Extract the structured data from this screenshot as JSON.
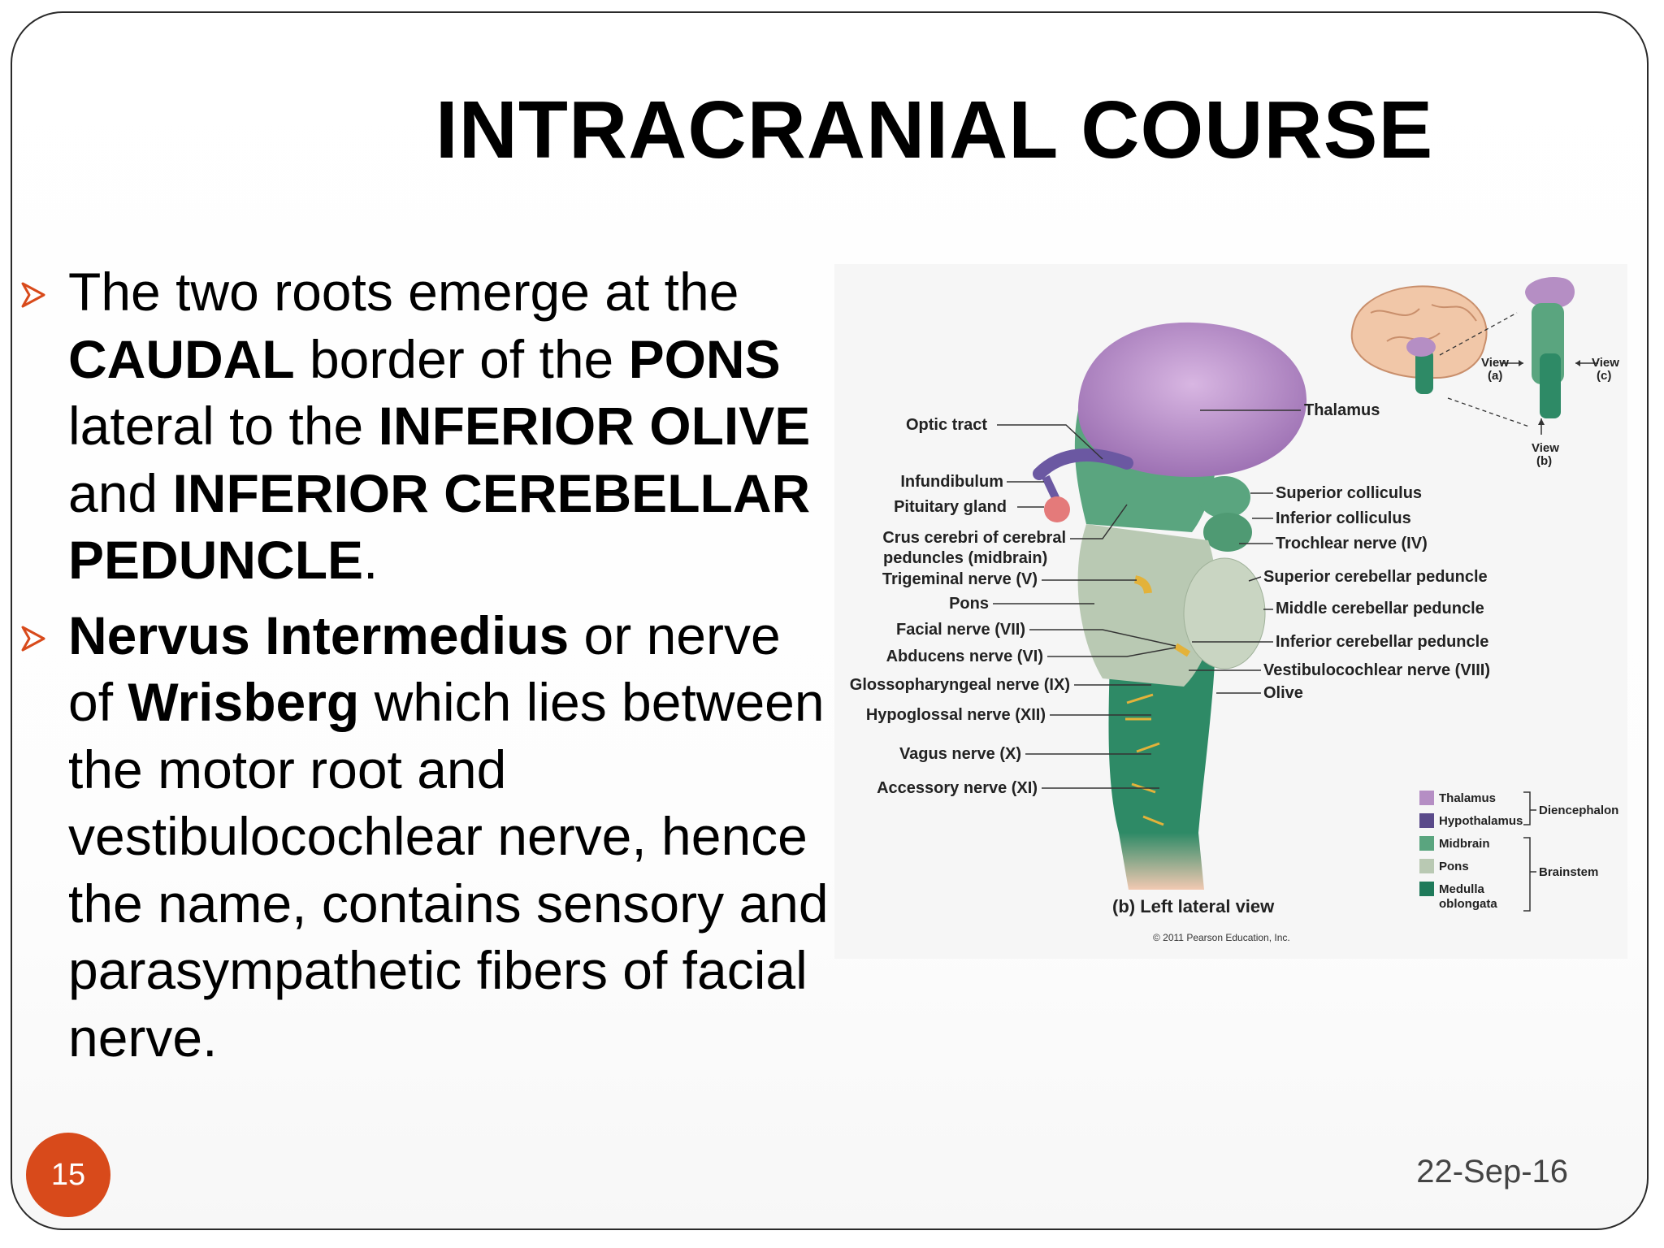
{
  "slide": {
    "title": "INTRACRANIAL COURSE",
    "number": "15",
    "date": "22-Sep-16"
  },
  "bullets": [
    {
      "runs": [
        {
          "text": "The two roots emerge at the ",
          "bold": false
        },
        {
          "text": "CAUDAL",
          "bold": true
        },
        {
          "text": " border of the ",
          "bold": false
        },
        {
          "text": "PONS",
          "bold": true
        },
        {
          "text": " lateral to the ",
          "bold": false
        },
        {
          "text": "INFERIOR OLIVE",
          "bold": true
        },
        {
          "text": " and ",
          "bold": false
        },
        {
          "text": "INFERIOR CEREBELLAR PEDUNCLE",
          "bold": true
        },
        {
          "text": ".",
          "bold": false
        }
      ]
    },
    {
      "runs": [
        {
          "text": "Nervus Intermedius",
          "bold": true
        },
        {
          "text": " or nerve of ",
          "bold": false
        },
        {
          "text": "Wrisberg",
          "bold": true
        },
        {
          "text": " which lies between the motor root and vestibulocochlear nerve, hence the name,  contains sensory and parasympathetic fibers of facial nerve.",
          "bold": false
        }
      ]
    }
  ],
  "figure": {
    "left_labels": {
      "optic_tract": "Optic tract",
      "infundibulum": "Infundibulum",
      "pituitary": "Pituitary gland",
      "crus_1": "Crus cerebri of cerebral",
      "crus_2": "peduncles (midbrain)",
      "trigeminal": "Trigeminal nerve (V)",
      "pons": "Pons",
      "facial": "Facial nerve (VII)",
      "abducens": "Abducens nerve (VI)",
      "glosso": "Glossopharyngeal nerve (IX)",
      "hypoglossal": "Hypoglossal nerve (XII)",
      "vagus": "Vagus nerve (X)",
      "accessory": "Accessory nerve (XI)"
    },
    "right_labels": {
      "thalamus": "Thalamus",
      "sup_coll": "Superior colliculus",
      "inf_coll": "Inferior colliculus",
      "trochlear": "Trochlear nerve (IV)",
      "sup_ped": "Superior cerebellar peduncle",
      "mid_ped": "Middle cerebellar peduncle",
      "inf_ped": "Inferior cerebellar peduncle",
      "vestibulo": "Vestibulocochlear nerve (VIII)",
      "olive": "Olive"
    },
    "inset": {
      "view_a_1": "View",
      "view_a_2": "(a)",
      "view_c_1": "View",
      "view_c_2": "(c)",
      "view_b_1": "View",
      "view_b_2": "(b)"
    },
    "legend": {
      "items": [
        {
          "label": "Thalamus",
          "color": "#b58ec4"
        },
        {
          "label": "Hypothalamus",
          "color": "#5a4a8a"
        },
        {
          "label": "Midbrain",
          "color": "#5aa57f"
        },
        {
          "label": "Pons",
          "color": "#b9c9b3"
        },
        {
          "label": "Medulla",
          "label2": "oblongata",
          "color": "#1f7a5a"
        }
      ],
      "group_1": "Diencephalon",
      "group_2": "Brainstem"
    },
    "caption": "(b) Left lateral view",
    "copyright": "© 2011 Pearson Education, Inc."
  }
}
